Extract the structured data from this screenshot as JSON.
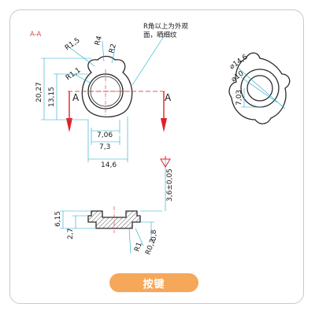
{
  "drawing": {
    "section_label": "A-A",
    "note_line1": "R角以上为外观",
    "note_line2": "面，晒细纹",
    "section_cut_left": "A",
    "section_cut_right": "A",
    "dims_front": {
      "r15": "R1,5",
      "r4": "R4",
      "r2": "R2",
      "r11": "R1,1",
      "h2027": "20,27",
      "h1315": "13,15",
      "w706": "7,06",
      "w73": "7,3",
      "w146": "14,6"
    },
    "dims_side": {
      "d146": "⌀14,6",
      "d10": "⌀10",
      "h703": "7,03"
    },
    "dims_section": {
      "t36": "3,6±0,05",
      "h615": "6,15",
      "h27": "2,7",
      "v08": "0,8",
      "r1": "R1",
      "r02": "R0,2"
    },
    "colors": {
      "line": "#2a2a2a",
      "dimension": "#1fa7c9",
      "arrow": "#e0202a",
      "hatch": "#555555"
    }
  },
  "button": {
    "label": "按键"
  }
}
